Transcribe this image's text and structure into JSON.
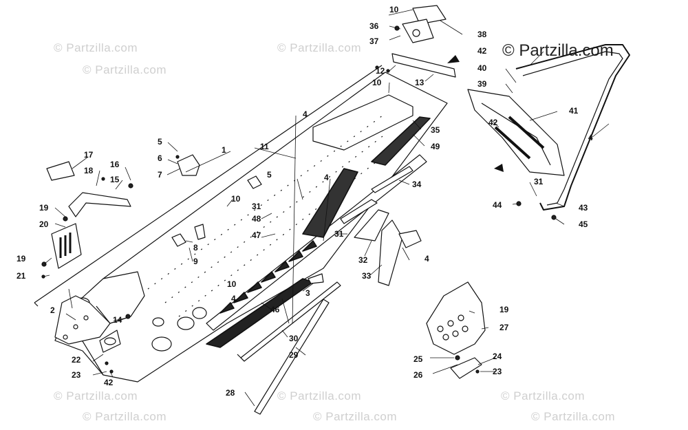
{
  "watermark": {
    "small": "© Partzilla.com",
    "large": "© Partzilla.com"
  },
  "callouts": {
    "n1": "1",
    "n2": "2",
    "n3": "3",
    "n4a": "4",
    "n4b": "4",
    "n4c": "4",
    "n4d": "4",
    "n4e": "4",
    "n5a": "5",
    "n5b": "5",
    "n6": "6",
    "n7": "7",
    "n8": "8",
    "n9": "9",
    "n10a": "10",
    "n10b": "10",
    "n10c": "10",
    "n10d": "10",
    "n11": "11",
    "n12": "12",
    "n13": "13",
    "n14": "14",
    "n15": "15",
    "n16": "16",
    "n17": "17",
    "n18": "18",
    "n19a": "19",
    "n19b": "19",
    "n19c": "19",
    "n20": "20",
    "n21": "21",
    "n22": "22",
    "n23a": "23",
    "n23b": "23",
    "n24": "24",
    "n25": "25",
    "n26": "26",
    "n27": "27",
    "n28": "28",
    "n29": "29",
    "n30": "30",
    "n31a": "31",
    "n31b": "31",
    "n31c": "31",
    "n32": "32",
    "n33": "33",
    "n34": "34",
    "n35": "35",
    "n36": "36",
    "n37": "37",
    "n38": "38",
    "n39": "39",
    "n40": "40",
    "n41": "41",
    "n42a": "42",
    "n42b": "42",
    "n42c": "42",
    "n43": "43",
    "n44": "44",
    "n45": "45",
    "n46": "46",
    "n47": "47",
    "n48": "48",
    "n49": "49"
  }
}
